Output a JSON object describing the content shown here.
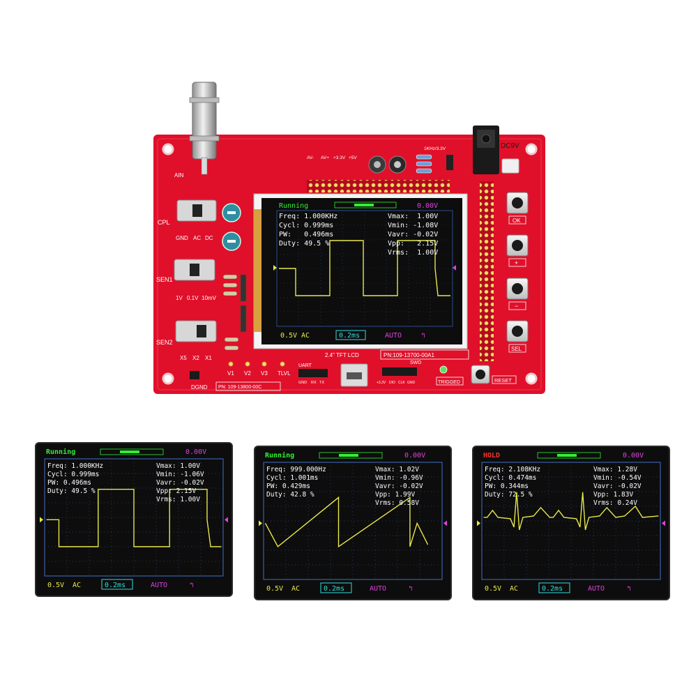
{
  "board": {
    "header": "DC9V",
    "bnc_label": "AIN",
    "cpl_label": "CPL",
    "cpl_options": [
      "GND",
      "AC",
      "DC"
    ],
    "sen1_label": "SEN1",
    "sen1_options": [
      "1V",
      "0.1V",
      "10mV"
    ],
    "sen2_label": "SEN2",
    "sen2_options": [
      "X5",
      "X2",
      "X1"
    ],
    "dgnd_label": "DGND",
    "pn_board": "PN: 109-13800-00C",
    "lcd_label": "2.4\" TFT LCD",
    "pn_lcd": "PN:109-13700-00A1",
    "buttons": [
      "OK",
      "+",
      "−",
      "SEL"
    ],
    "reset_label": "RESET",
    "trigged_label": "TRIGGED",
    "tp_labels": [
      "V1",
      "V2",
      "V3",
      "TLVL"
    ],
    "uart_label": "UART",
    "uart_pins": [
      "GND",
      "RX",
      "TX"
    ],
    "swd_label": "SWD",
    "swd_pins": [
      "+3.3V",
      "DIO",
      "CLK",
      "GND"
    ],
    "test_signal_label": "1KHz/3.3V",
    "power_labels": [
      "AV-",
      "AV+",
      "+3.3V",
      "+5V"
    ],
    "screen": {
      "status": "Running",
      "offset": "0.00V",
      "freq": "Freq: 1.000KHz",
      "cycl": "Cycl: 0.999ms",
      "pw": "PW:   0.496ms",
      "duty": "Duty: 49.5 %",
      "vmax": "Vmax:  1.00V",
      "vmin": "Vmin: -1.08V",
      "vavr": "Vavr: -0.02V",
      "vpp": "Vpp:   2.15V",
      "vrms": "Vrms:  1.00V",
      "volt_div": "0.5V",
      "coupling": "AC",
      "time_div": "0.2ms",
      "mode": "AUTO",
      "trig": "↰"
    }
  },
  "screens": [
    {
      "status": "Running",
      "status_color": "#33ee33",
      "offset": "0.00V",
      "left": [
        "Freq: 1.000KHz",
        "Cycl: 0.999ms",
        "PW:   0.496ms",
        "Duty: 49.5 %"
      ],
      "right": [
        "Vmax:  1.00V",
        "Vmin: -1.06V",
        "Vavr: -0.02V",
        "Vpp:   2.15V",
        "Vrms:  1.00V"
      ],
      "volt_div": "0.5V",
      "coupling": "AC",
      "time_div": "0.2ms",
      "mode": "AUTO",
      "trig": "↰",
      "waveform": "square"
    },
    {
      "status": "Running",
      "status_color": "#33ee33",
      "offset": "0.00V",
      "left": [
        "Freq: 999.000Hz",
        "Cycl: 1.001ms",
        "PW:   0.429ms",
        "Duty: 42.8 %"
      ],
      "right": [
        "Vmax:  1.02V",
        "Vmin: -0.96V",
        "Vavr: -0.02V",
        "Vpp:   1.99V",
        "Vrms:  0.58V"
      ],
      "volt_div": "0.5V",
      "coupling": "AC",
      "time_div": "0.2ms",
      "mode": "AUTO",
      "trig": "↰",
      "waveform": "sawtooth"
    },
    {
      "status": "HOLD",
      "status_color": "#ff3030",
      "offset": "0.00V",
      "left": [
        "Freq: 2.108KHz",
        "Cycl: 0.474ms",
        "PW:   0.344ms",
        "Duty: 72.5 %"
      ],
      "right": [
        "Vmax:  1.28V",
        "Vmin: -0.54V",
        "Vavr: -0.02V",
        "Vpp:   1.83V",
        "Vrms:  0.24V"
      ],
      "volt_div": "0.5V",
      "coupling": "AC",
      "time_div": "0.2ms",
      "mode": "AUTO",
      "trig": "↰",
      "waveform": "ecg"
    }
  ],
  "colors": {
    "pcb": "#e0102a",
    "pcb_dark": "#b50a20",
    "silk": "#ffffff",
    "trace": "#e8e84a",
    "grid": "#2c4c8c",
    "info": "#ffffff",
    "footer_yellow": "#e8e84a",
    "footer_cyan": "#33dddd",
    "footer_magenta": "#dd44dd"
  }
}
